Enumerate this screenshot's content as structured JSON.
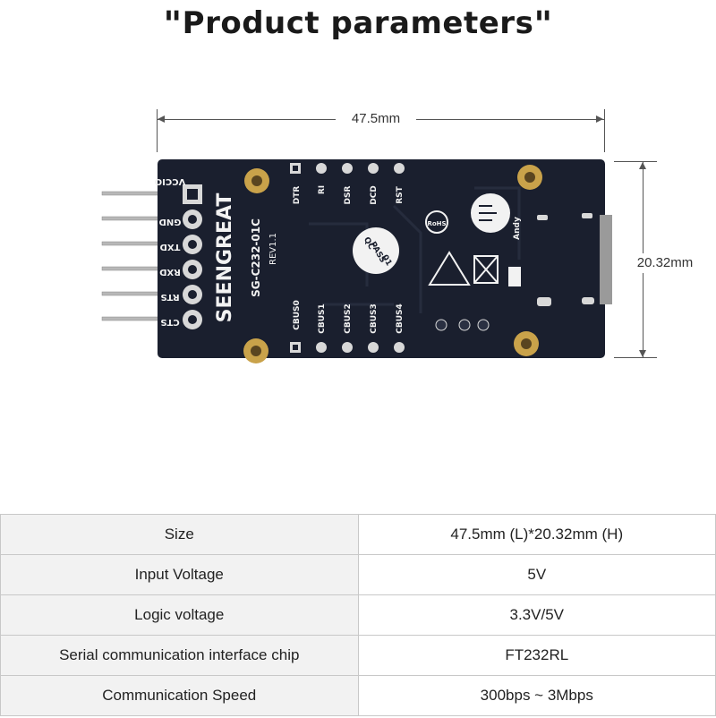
{
  "title": "Product parameters",
  "title_quote_open": "\"",
  "title_quote_close": "\"",
  "dimensions": {
    "length": "47.5mm",
    "height": "20.32mm"
  },
  "board": {
    "brand": "SEENGREAT",
    "model": "SG-C232-01C",
    "revision": "REV1.1",
    "left_pins": [
      "VCCIO",
      "GND",
      "TXD",
      "RXD",
      "RTS",
      "CTS"
    ],
    "top_pads": [
      "DTR",
      "RI",
      "DSR",
      "DCD",
      "RST"
    ],
    "bottom_pads": [
      "CBUS0",
      "CBUS1",
      "CBUS2",
      "CBUS3",
      "CBUS4"
    ],
    "qc_line1": "QC",
    "qc_line2": "PASS",
    "qc_line3": "01",
    "rohs": "RoHS",
    "logo_text": "Andy",
    "colors": {
      "pcb": "#1a1f2e",
      "silkscreen": "#f2f2f2",
      "gold": "#c9a24a",
      "pin": "#b8b8b8"
    }
  },
  "table": {
    "rows": [
      {
        "param": "Size",
        "value": "47.5mm (L)*20.32mm (H)"
      },
      {
        "param": "Input Voltage",
        "value": "5V"
      },
      {
        "param": "Logic voltage",
        "value": "3.3V/5V"
      },
      {
        "param": "Serial communication interface chip",
        "value": "FT232RL"
      },
      {
        "param": "Communication Speed",
        "value": "300bps ~ 3Mbps"
      }
    ]
  }
}
